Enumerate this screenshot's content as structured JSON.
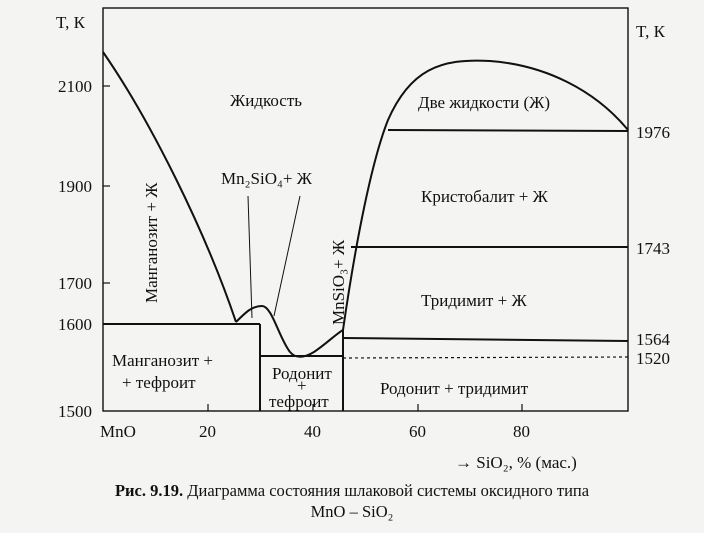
{
  "axes": {
    "y_left_label": "T, К",
    "y_right_label": "T, К",
    "x_label": "→ SiO₂, % (мас.)",
    "x_ticks": [
      {
        "value": 0,
        "label": "MnO"
      },
      {
        "value": 20,
        "label": "20"
      },
      {
        "value": 40,
        "label": "40"
      },
      {
        "value": 60,
        "label": "60"
      },
      {
        "value": 80,
        "label": "80"
      }
    ],
    "y_ticks": [
      {
        "value": 1500,
        "label": "1500"
      },
      {
        "value": 1600,
        "label": "1600"
      },
      {
        "value": 1700,
        "label": "1700"
      },
      {
        "value": 1900,
        "label": "1900"
      },
      {
        "value": 2100,
        "label": "2100"
      }
    ],
    "right_temps": [
      {
        "value": 1976,
        "label": "1976"
      },
      {
        "value": 1743,
        "label": "1743"
      },
      {
        "value": 1564,
        "label": "1564"
      },
      {
        "value": 1520,
        "label": "1520"
      }
    ]
  },
  "regions": {
    "liquid": "Жидкость",
    "two_liquids": "Две жидкости (Ж)",
    "cristobalite": "Кристобалит + Ж",
    "tridymite": "Тридимит + Ж",
    "manganosite_liquid": "Манганозит + Ж",
    "mn2sio4_liquid": "Mn₂SiO₄+ Ж",
    "mnsio3_liquid": "MnSiO₃+ Ж",
    "manganosite_tephroite_1": "Манганозит +",
    "manganosite_tephroite_2": "+ тефроит",
    "rhodonite_tephroite_1": "Родонит",
    "rhodonite_tephroite_2": "+",
    "rhodonite_tephroite_3": "тефроит",
    "rhodonite_tridymite": "Родонит + тридимит"
  },
  "caption": {
    "prefix": "Рис. 9.19.",
    "line1": "Диаграмма состояния шлаковой системы оксидного типа",
    "line2": "MnO – SiO₂"
  }
}
